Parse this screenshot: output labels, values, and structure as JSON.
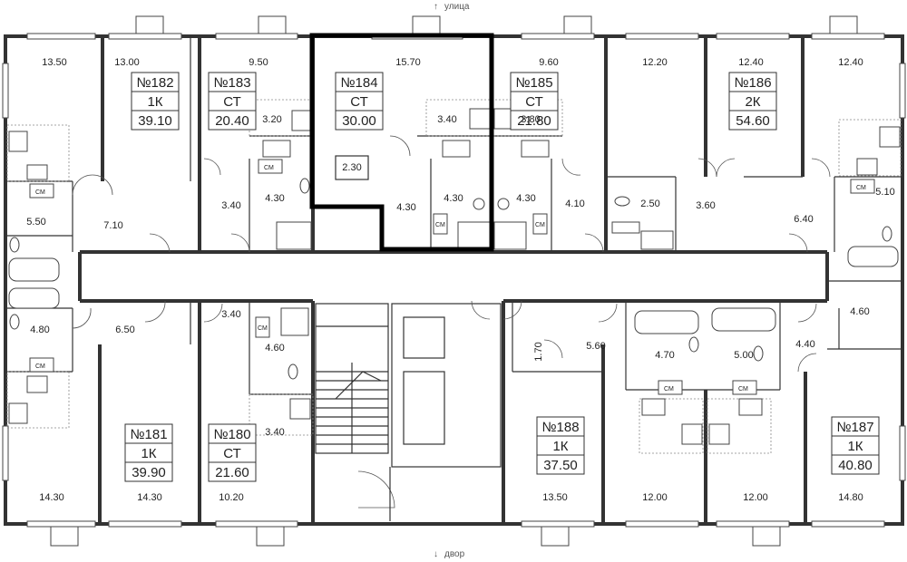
{
  "directions": {
    "top": "улица",
    "bottom": "двор"
  },
  "apartments": [
    {
      "id": "apt-182",
      "number": "№182",
      "type": "1К",
      "area": "39.10"
    },
    {
      "id": "apt-183",
      "number": "№183",
      "type": "СТ",
      "area": "20.40"
    },
    {
      "id": "apt-184",
      "number": "№184",
      "type": "СТ",
      "area": "30.00",
      "highlighted": true
    },
    {
      "id": "apt-185",
      "number": "№185",
      "type": "СТ",
      "area": "21.80"
    },
    {
      "id": "apt-186",
      "number": "№186",
      "type": "2К",
      "area": "54.60"
    },
    {
      "id": "apt-181",
      "number": "№181",
      "type": "1К",
      "area": "39.90"
    },
    {
      "id": "apt-180",
      "number": "№180",
      "type": "СТ",
      "area": "21.60"
    },
    {
      "id": "apt-188",
      "number": "№188",
      "type": "1К",
      "area": "37.50"
    },
    {
      "id": "apt-187",
      "number": "№187",
      "type": "1К",
      "area": "40.80"
    }
  ],
  "room_areas": [
    "13.50",
    "13.00",
    "9.50",
    "3.20",
    "15.70",
    "2.30",
    "3.40",
    "3.80",
    "9.60",
    "12.20",
    "12.40",
    "12.40",
    "3.40",
    "4.30",
    "4.30",
    "4.30",
    "4.30",
    "4.10",
    "2.50",
    "3.60",
    "6.40",
    "5.10",
    "5.50",
    "7.10",
    "4.80",
    "6.50",
    "3.40",
    "4.60",
    "3.40",
    "1.70",
    "5.60",
    "4.70",
    "5.00",
    "4.40",
    "4.60",
    "14.30",
    "14.30",
    "10.20",
    "13.50",
    "12.00",
    "12.00",
    "14.80"
  ],
  "washer_label": "СМ",
  "accent_color": "#000000"
}
